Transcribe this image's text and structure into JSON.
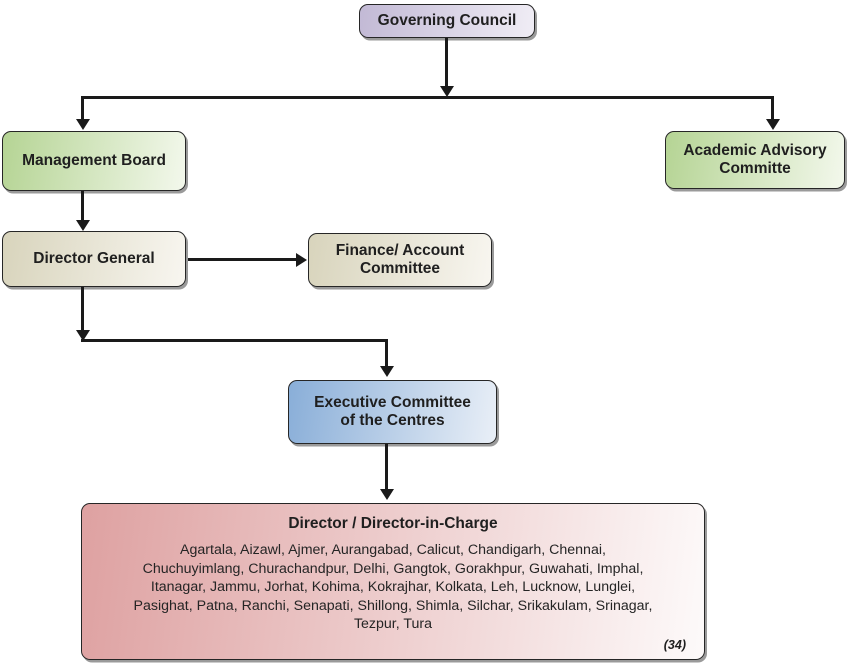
{
  "chart": {
    "type": "org-chart",
    "nodes": {
      "governing_council": {
        "label": "Governing Council",
        "color": "#c2b9d5"
      },
      "management_board": {
        "label": "Management Board",
        "color": "#b5d494"
      },
      "academic_advisory_committee": {
        "label": "Academic Advisory Committe",
        "color": "#b5d494"
      },
      "director_general": {
        "label": "Director General",
        "color": "#d8d4bc"
      },
      "finance_account_committee": {
        "label": "Finance/ Account Committee",
        "color": "#d8d4bc"
      },
      "executive_committee": {
        "label": "Executive Committee of the Centres",
        "color": "#89aed8"
      },
      "director_in_charge": {
        "title": "Director / Director-in-Charge",
        "color": "#dea1a1",
        "centres_lines": [
          "Agartala, Aizawl, Ajmer, Aurangabad, Calicut, Chandigarh, Chennai,",
          "Chuchuyimlang, Churachandpur, Delhi, Gangtok, Gorakhpur, Guwahati, Imphal,",
          "Itanagar, Jammu, Jorhat, Kohima, Kokrajhar, Kolkata, Leh, Lucknow, Lunglei,",
          "Pasighat, Patna, Ranchi, Senapati, Shillong, Shimla, Silchar, Srikakulam, Srinagar,",
          "Tezpur, Tura"
        ],
        "centres_count": "(34)"
      }
    },
    "edges": [
      {
        "from": "governing_council",
        "to": "management_board"
      },
      {
        "from": "governing_council",
        "to": "academic_advisory_committee"
      },
      {
        "from": "management_board",
        "to": "director_general"
      },
      {
        "from": "director_general",
        "to": "finance_account_committee"
      },
      {
        "from": "director_general",
        "to": "executive_committee"
      },
      {
        "from": "executive_committee",
        "to": "director_in_charge"
      }
    ],
    "line_color": "#1a1a1a"
  }
}
